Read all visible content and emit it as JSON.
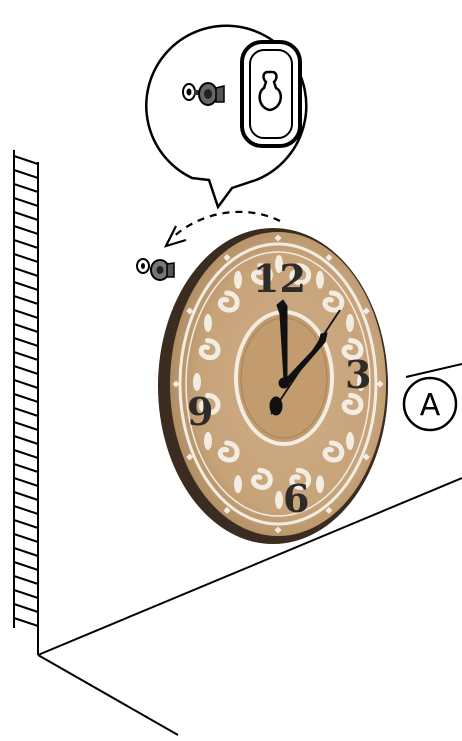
{
  "figure": {
    "step_label": "A",
    "clock_numerals": [
      "12",
      "3",
      "6",
      "9"
    ],
    "callout_parts": [
      "screw-with-washer-icon",
      "keyhole-hanger-icon"
    ],
    "colors": {
      "clock_face": "#c7a37a",
      "clock_face_dark": "#9b7a55",
      "clock_rim": "#3a2c20",
      "ornament": "#f3ece2",
      "numerals": "#2e2b28",
      "line": "#000000"
    }
  }
}
